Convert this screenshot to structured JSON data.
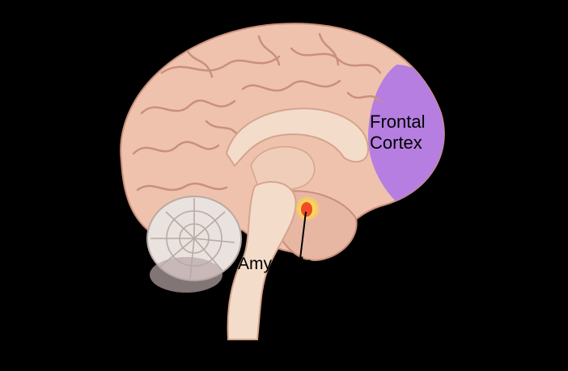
{
  "labels": {
    "frontal_line1": "Frontal",
    "frontal_line2": "Cortex",
    "amygdala": "Amygdala"
  },
  "colors": {
    "background": "#000000",
    "cortex": "#efc2ad",
    "cortex_fold": "#c9907c",
    "frontal_highlight": "#b57ee0",
    "inner_structures": "#f3ddca",
    "cerebellum": "#e9e2de",
    "amygdala_glow": "#ffd84a",
    "amygdala_core": "#f04a2a",
    "text": "#000000"
  }
}
